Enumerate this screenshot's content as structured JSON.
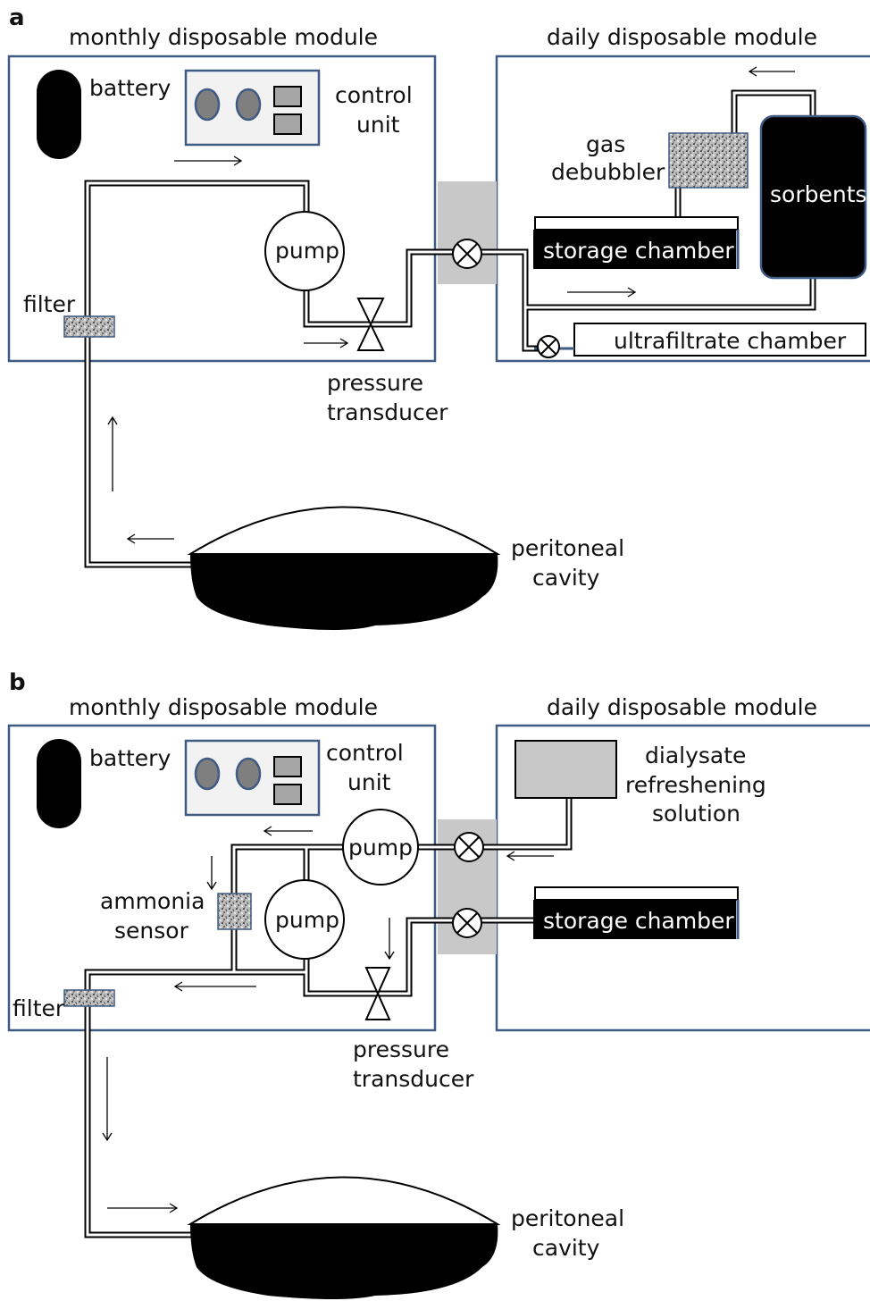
{
  "panel_a": {
    "letter": "a",
    "monthly_module": "monthly disposable module",
    "daily_module": "daily disposable module",
    "battery": "battery",
    "control_unit": [
      "control",
      "unit"
    ],
    "pump": "pump",
    "filter": "filter",
    "pressure_transducer": [
      "pressure",
      "transducer"
    ],
    "gas_debubbler": [
      "gas",
      "debubbler"
    ],
    "sorbents": "sorbents",
    "storage_chamber": "storage chamber",
    "ultrafiltrate_chamber": "ultrafiltrate chamber",
    "peritoneal_cavity": [
      "peritoneal",
      "cavity"
    ]
  },
  "panel_b": {
    "letter": "b",
    "monthly_module": "monthly disposable module",
    "daily_module": "daily disposable module",
    "battery": "battery",
    "control_unit": [
      "control",
      "unit"
    ],
    "pump_top": "pump",
    "pump_bottom": "pump",
    "ammonia_sensor": [
      "ammonia",
      "sensor"
    ],
    "filter": "filter",
    "pressure_transducer": [
      "pressure",
      "transducer"
    ],
    "dialysate_refreshing_solution": [
      "dialysate",
      "refreshening",
      "solution"
    ],
    "storage_chamber": "storage chamber",
    "peritoneal_cavity": [
      "peritoneal",
      "cavity"
    ]
  },
  "colors": {
    "module_border": "#3f5b84",
    "connector_gray": "#c8c8c8",
    "button_gray": "#a6a6a6",
    "knob_gray": "#7f7f7f"
  }
}
